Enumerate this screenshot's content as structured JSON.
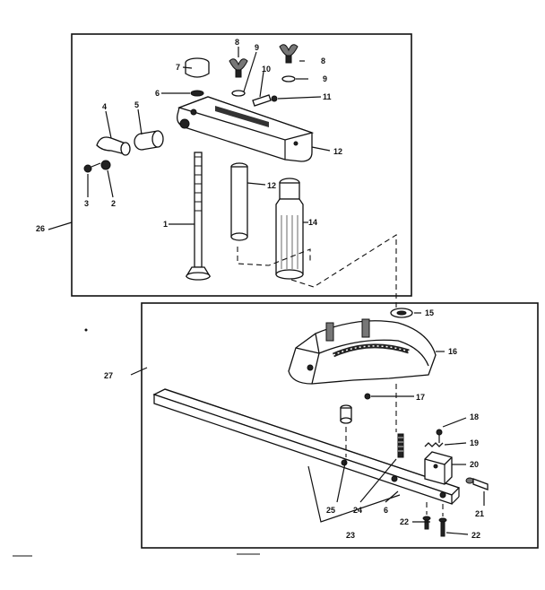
{
  "diagram": {
    "callouts": [
      {
        "id": "c1",
        "text": "1"
      },
      {
        "id": "c2",
        "text": "2"
      },
      {
        "id": "c3",
        "text": "3"
      },
      {
        "id": "c4",
        "text": "4"
      },
      {
        "id": "c5",
        "text": "5"
      },
      {
        "id": "c6a",
        "text": "6"
      },
      {
        "id": "c7",
        "text": "7"
      },
      {
        "id": "c8a",
        "text": "8"
      },
      {
        "id": "c9a",
        "text": "9"
      },
      {
        "id": "c10",
        "text": "10"
      },
      {
        "id": "c8b",
        "text": "8"
      },
      {
        "id": "c9b",
        "text": "9"
      },
      {
        "id": "c11",
        "text": "11"
      },
      {
        "id": "c12a",
        "text": "12"
      },
      {
        "id": "c12b",
        "text": "12"
      },
      {
        "id": "c14",
        "text": "14"
      },
      {
        "id": "c26",
        "text": "26"
      },
      {
        "id": "c27",
        "text": "27"
      },
      {
        "id": "c15",
        "text": "15"
      },
      {
        "id": "c16",
        "text": "16"
      },
      {
        "id": "c17",
        "text": "17"
      },
      {
        "id": "c18",
        "text": "18"
      },
      {
        "id": "c19",
        "text": "19"
      },
      {
        "id": "c20",
        "text": "20"
      },
      {
        "id": "c21",
        "text": "21"
      },
      {
        "id": "c22a",
        "text": "22"
      },
      {
        "id": "c22b",
        "text": "22"
      },
      {
        "id": "c23",
        "text": "23"
      },
      {
        "id": "c24",
        "text": "24"
      },
      {
        "id": "c25",
        "text": "25"
      },
      {
        "id": "c6b",
        "text": "6"
      }
    ]
  }
}
